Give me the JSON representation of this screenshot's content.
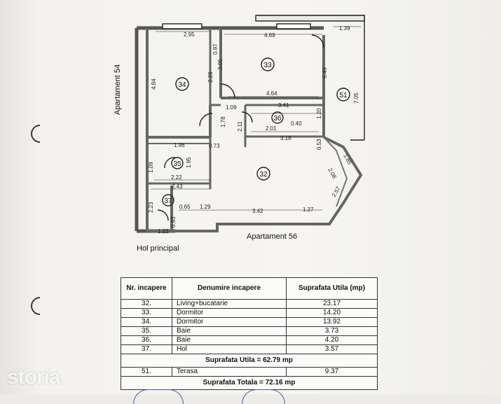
{
  "plan": {
    "apartment_left": "Apartament 54",
    "apartment_bottom": "Apartament 56",
    "main_hall": "Hol principal",
    "rooms": [
      "34",
      "33",
      "51",
      "36",
      "35",
      "32",
      "37"
    ],
    "dimensions": [
      "2.95",
      "4.69",
      "1.39",
      "0.97",
      "3.05",
      "4.84",
      "2.26",
      "5.49",
      "7.05",
      "4.64",
      "1.09",
      "3.41",
      "1.20",
      "1.78",
      "2.11",
      "2.01",
      "0.40",
      "3.18",
      "0.53",
      "1.85",
      "2.08",
      "1.96",
      "0.73",
      "1.09",
      "1.95",
      "2.22",
      "2.43",
      "2.57",
      "2.23",
      "0.65",
      "1.29",
      "3.42",
      "1.27",
      "1.22",
      "0.93"
    ]
  },
  "table": {
    "headers": [
      "Nr. incapere",
      "Denumire incapere",
      "Suprafata Utila (mp)"
    ],
    "rows": [
      [
        "32.",
        "Living+bucatarie",
        "23.17"
      ],
      [
        "33.",
        "Dormitor",
        "14.20"
      ],
      [
        "34.",
        "Dormitor",
        "13.92"
      ],
      [
        "35.",
        "Baie",
        "3.73"
      ],
      [
        "36.",
        "Baie",
        "4.20"
      ],
      [
        "37.",
        "Hol",
        "3.57"
      ]
    ],
    "subtotal": "Suprafata Utila = 62.79 mp",
    "terrace": [
      "51.",
      "Terasa",
      "9.37"
    ],
    "total": "Suprafata Totala = 72.16 mp"
  },
  "watermark": "storia"
}
